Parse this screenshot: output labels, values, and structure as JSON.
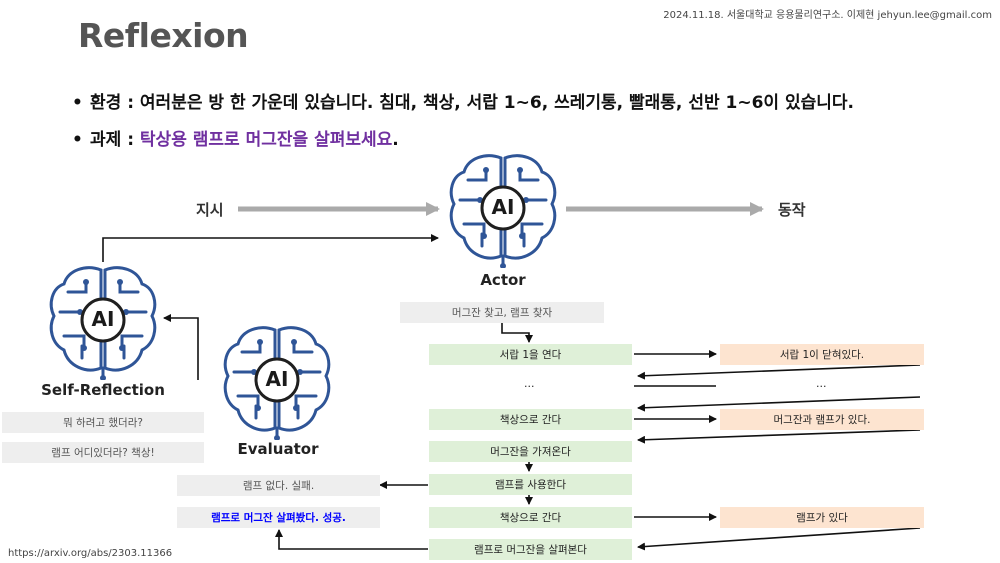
{
  "header": {
    "info": "2024.11.18. 서울대학교 응용물리연구소. 이제현 jehyun.lee@gmail.com",
    "title": "Reflexion"
  },
  "bullets": {
    "env_label": "환경 : ",
    "env_text": "여러분은 방 한 가운데 있습니다. 침대, 책상, 서랍 1~6, 쓰레기통, 빨래통, 선반 1~6이 있습니다.",
    "task_label": "과제 : ",
    "task_text": "탁상용 램프로 머그잔을 살펴보세요",
    "task_end": "."
  },
  "diagram": {
    "input_label": "지시",
    "output_label": "동작",
    "ai_text": "AI",
    "actor_label": "Actor",
    "self_reflection_label": "Self-Reflection",
    "evaluator_label": "Evaluator",
    "actor_thought": "머그잔 찾고, 램프 찾자",
    "actions": [
      "서랍 1을 연다",
      "책상으로 간다",
      "머그잔을 가져온다",
      "램프를 사용한다",
      "책상으로 간다",
      "램프로 머그잔을 살펴본다"
    ],
    "ellipsis": "...",
    "observations": [
      "서랍 1이 닫혀있다.",
      "머그잔과 램프가 있다.",
      "램프가 있다"
    ],
    "reflection_notes": [
      "뭐 하려고 했더라?",
      "램프 어디있더라? 책상!"
    ],
    "evaluations": [
      "램프 없다. 실패.",
      "램프로 머그잔 살펴봤다. 성공."
    ],
    "eval_success_color": "#0000ff",
    "brain_color": "#2f5597"
  },
  "footer": {
    "url": "https://arxiv.org/abs/2303.11366"
  }
}
